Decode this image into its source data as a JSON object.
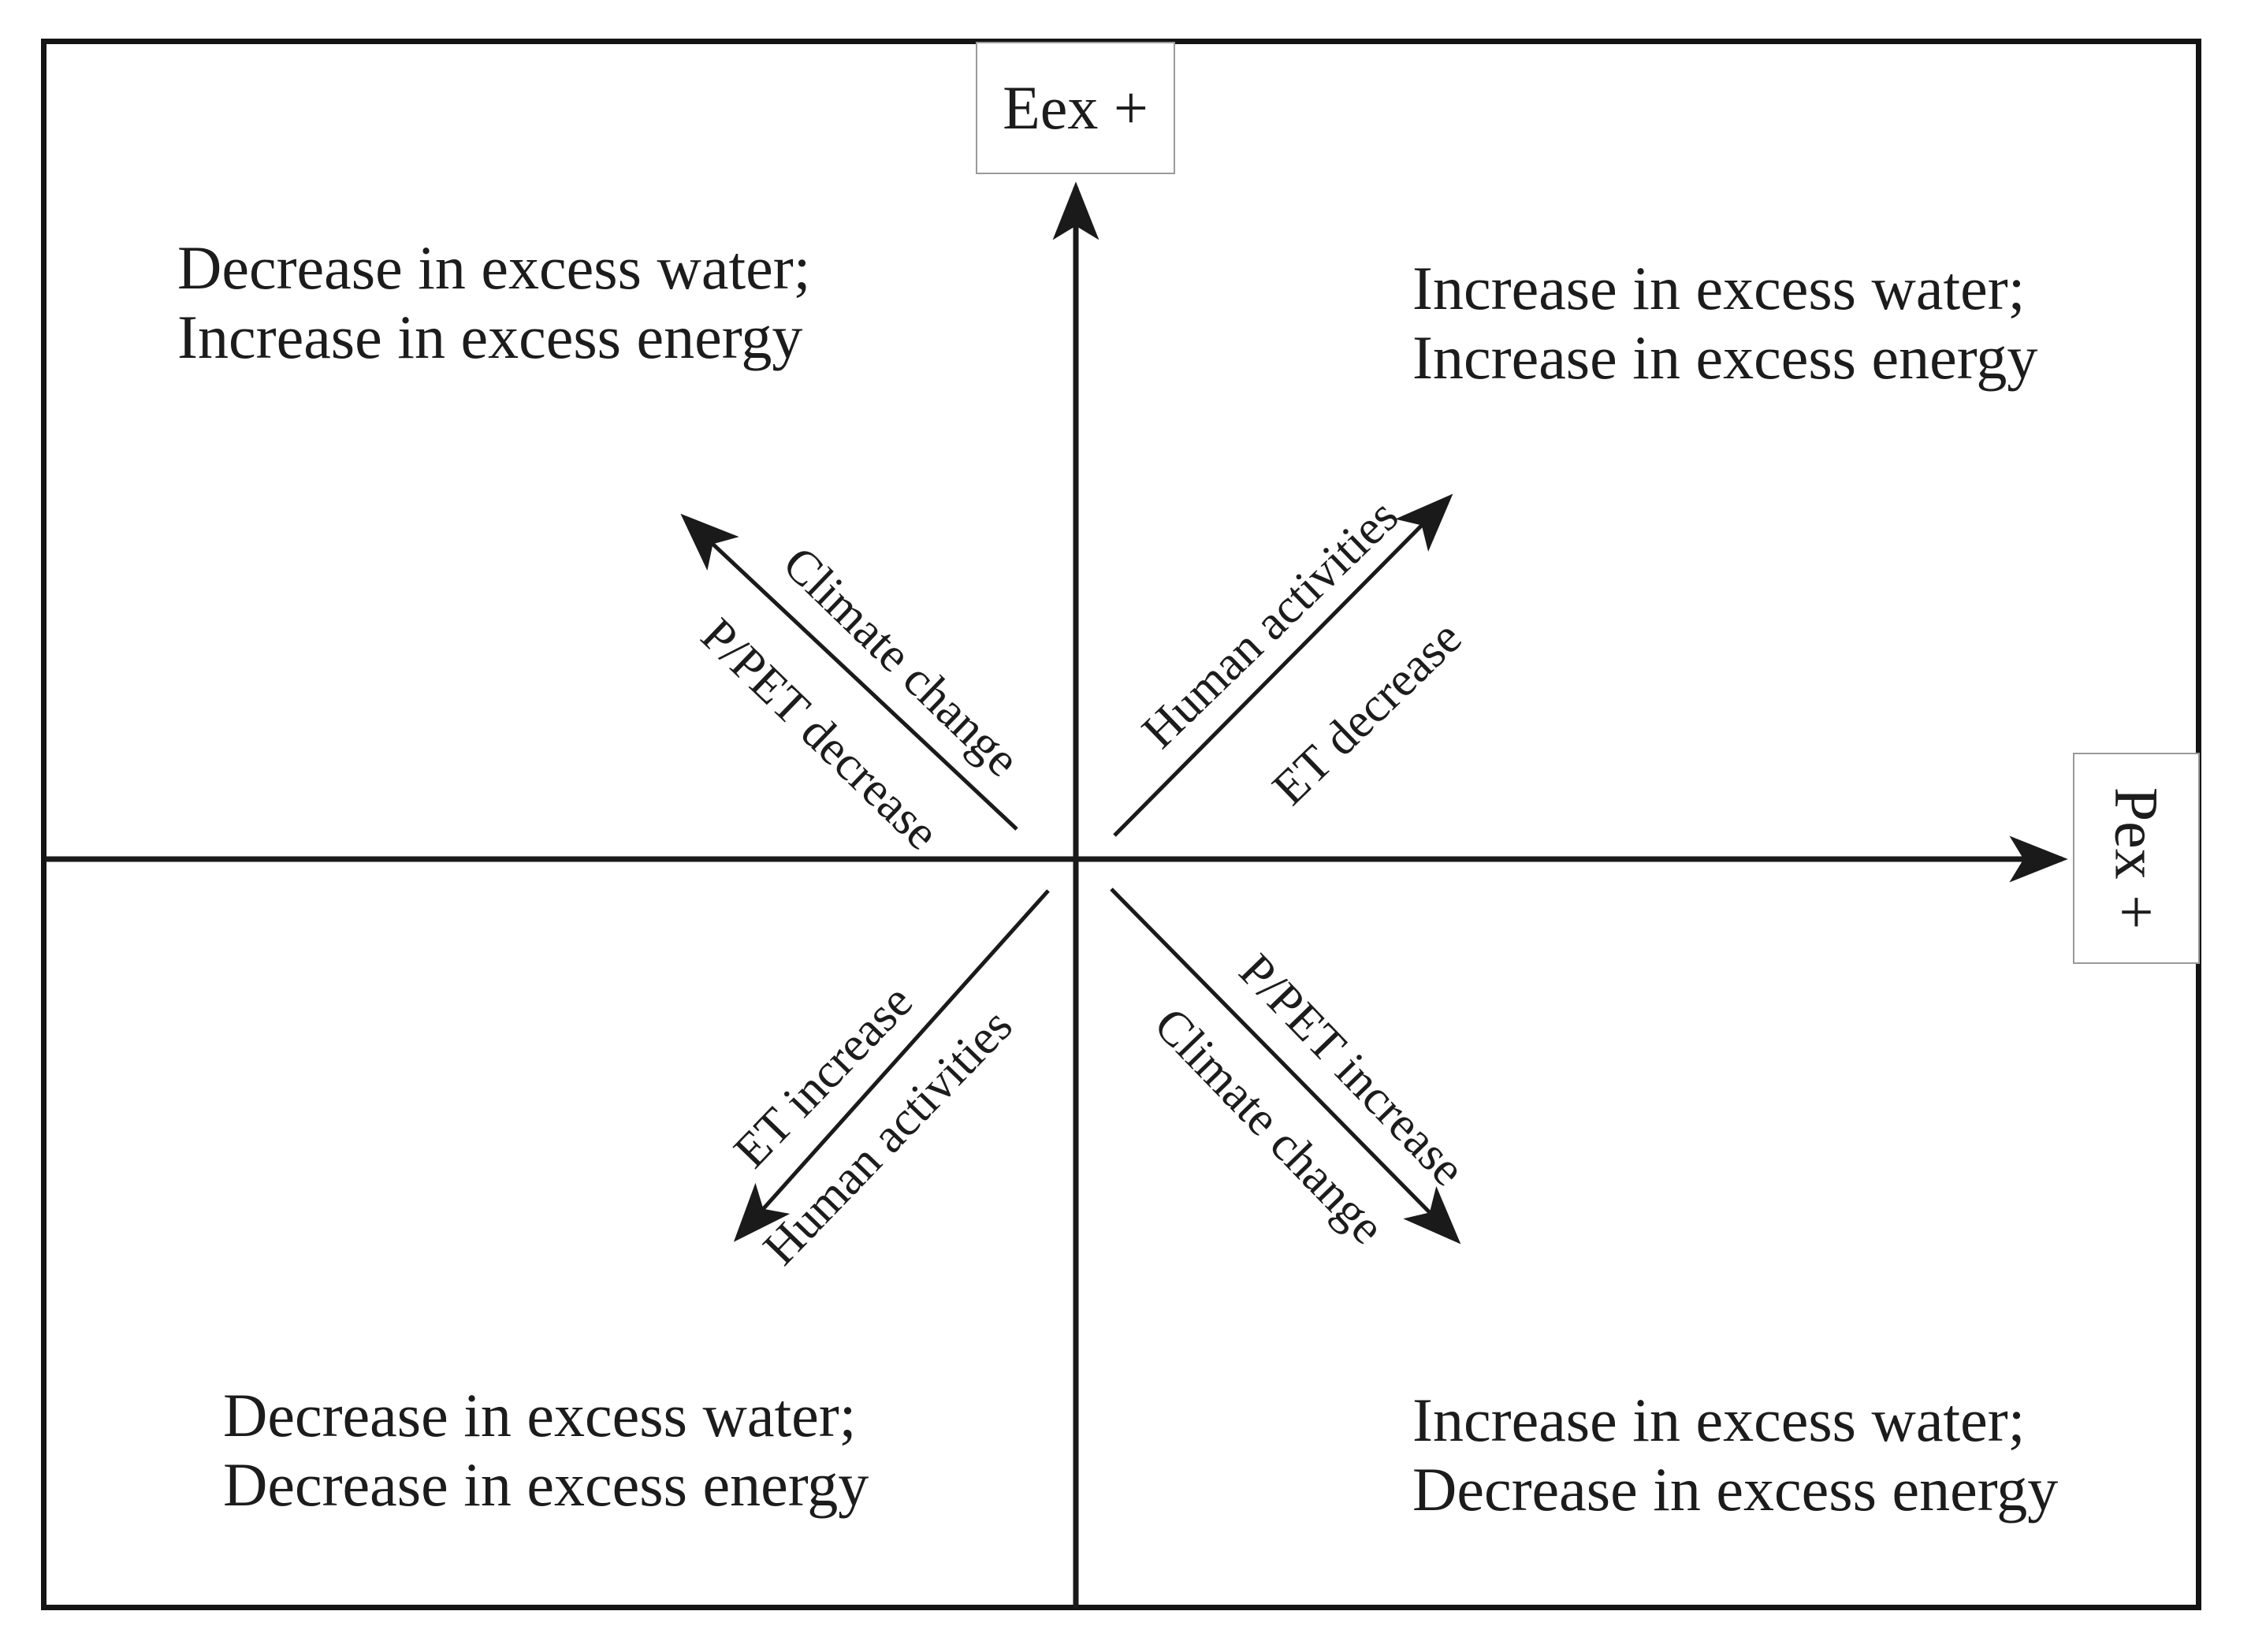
{
  "figure": {
    "background": "#ffffff",
    "line_color": "#1a1a1a",
    "box_border_color": "#9a9a9a"
  },
  "axes": {
    "vertical_label": "Eex +",
    "horizontal_label": "Pex +"
  },
  "quadrants": {
    "top_left": {
      "line1": "Decrease in excess water;",
      "line2": "Increase in excess energy"
    },
    "top_right": {
      "line1": "Increase in excess water;",
      "line2": "Increase in excess energy"
    },
    "bottom_left": {
      "line1": "Decrease in excess water;",
      "line2": "Decrease in excess energy"
    },
    "bottom_right": {
      "line1": "Increase in excess water;",
      "line2": "Decrease in excess energy"
    }
  },
  "arrows": {
    "upper_left": {
      "label_above": "Climate change",
      "label_below": "P/PET decrease"
    },
    "upper_right": {
      "label_above": "Human activities",
      "label_below": "ET decrease"
    },
    "lower_left": {
      "label_above": "ET increase",
      "label_below": "Human activities"
    },
    "lower_right": {
      "label_above": "P/PET increase",
      "label_below": "Climate change"
    }
  }
}
